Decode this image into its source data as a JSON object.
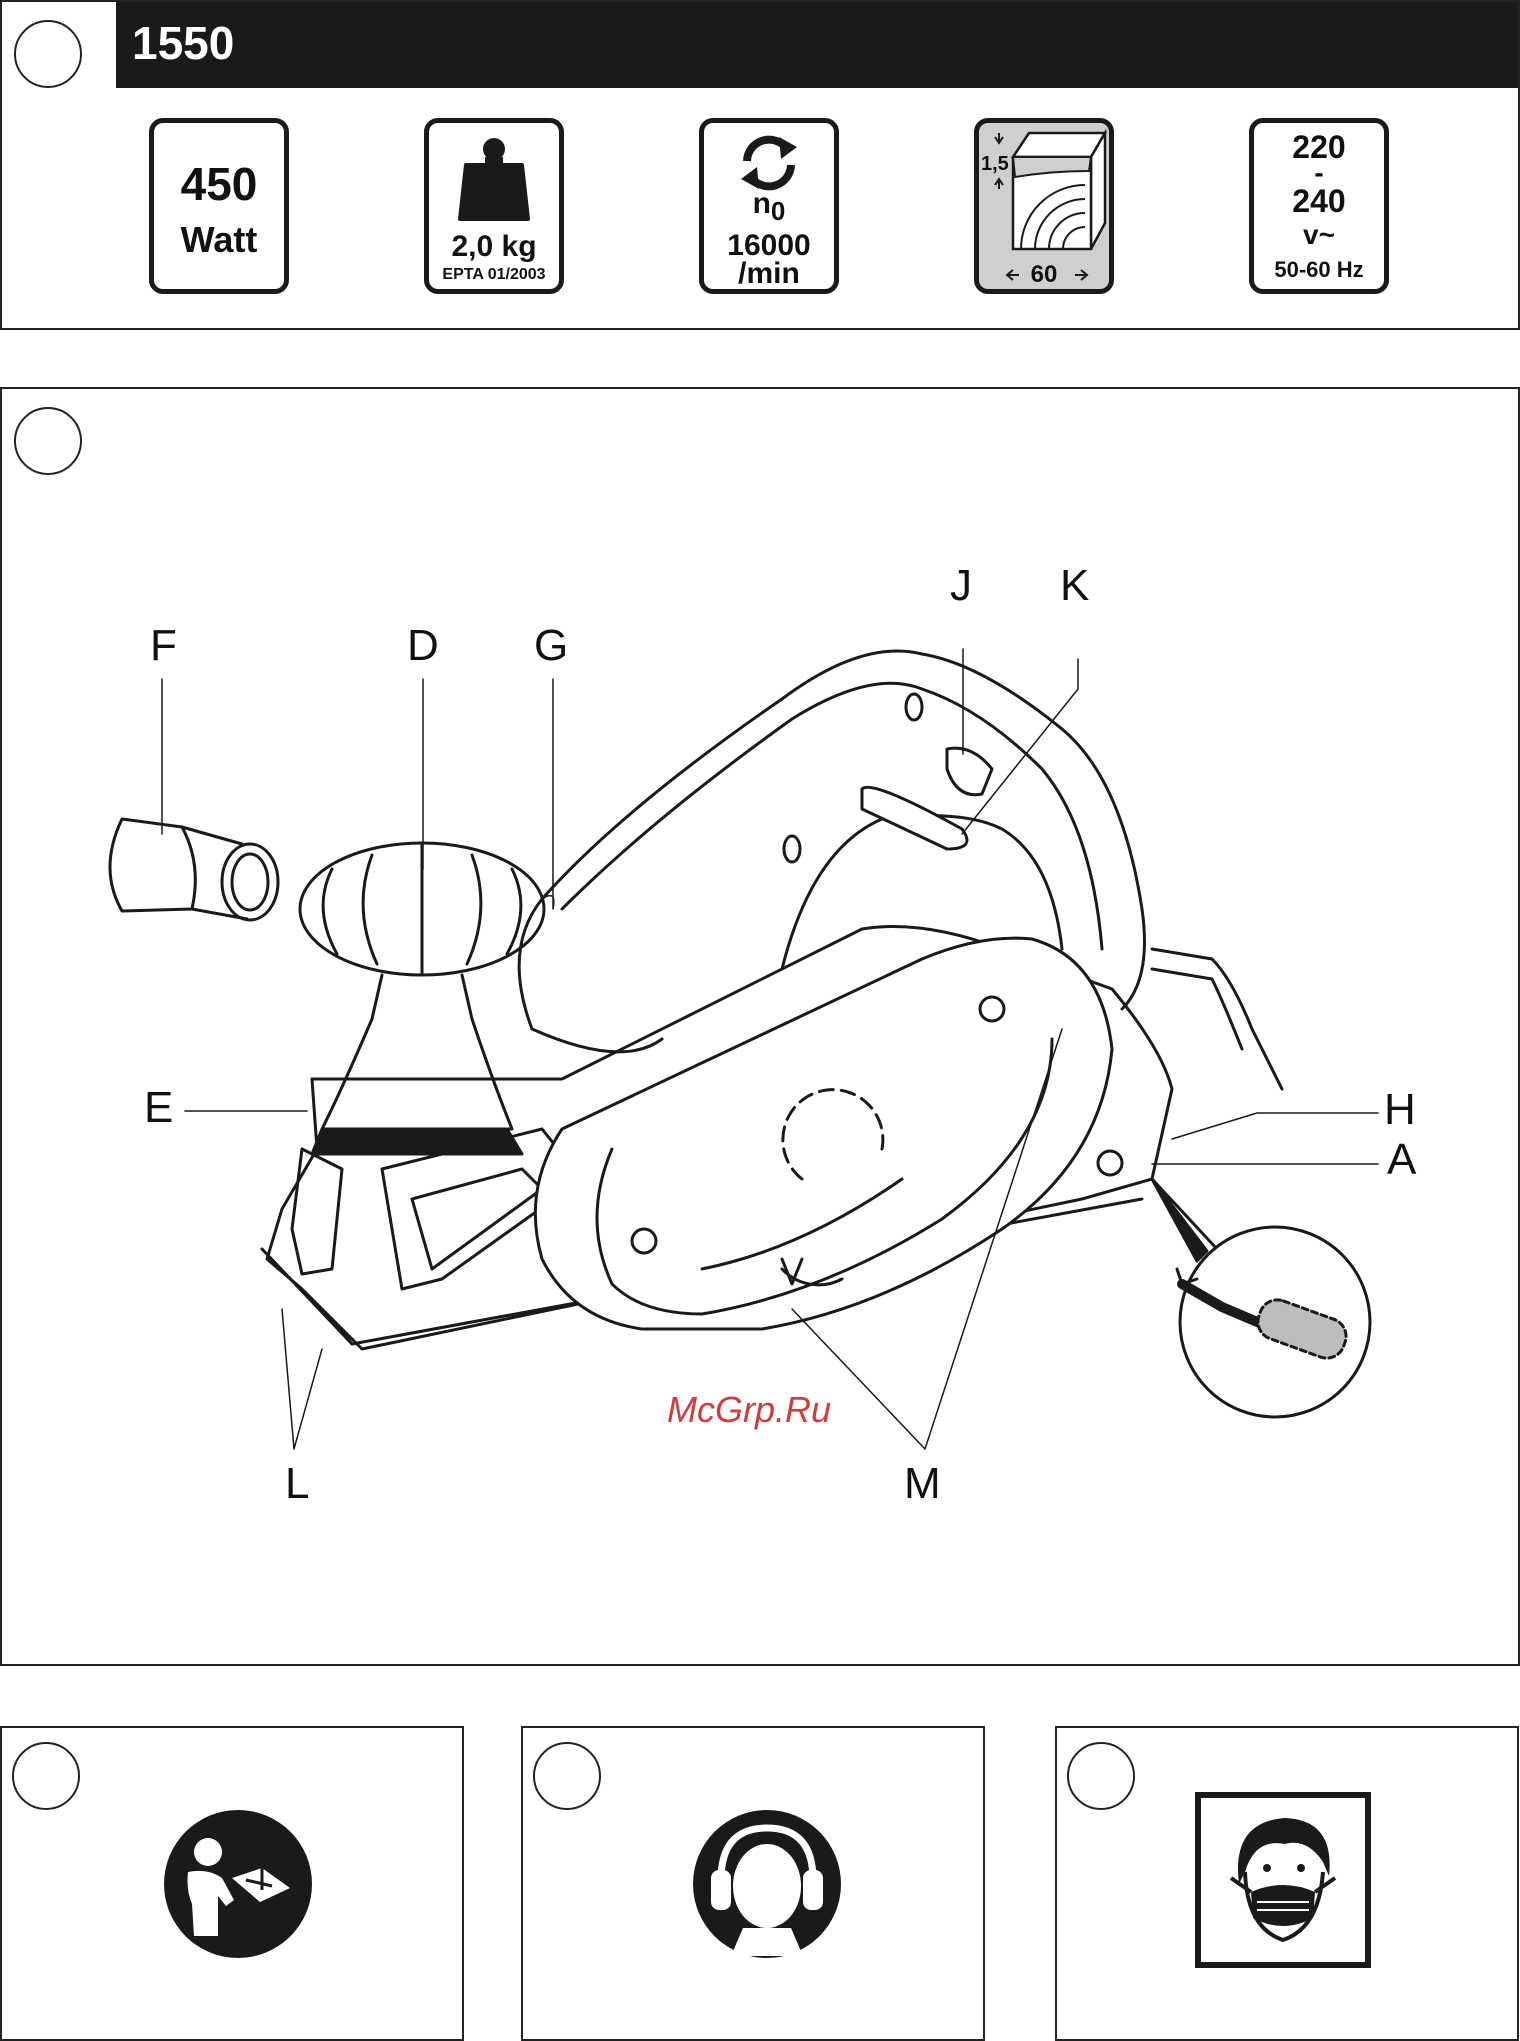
{
  "header": {
    "model": "1550"
  },
  "specs": {
    "power_value": "450",
    "power_unit": "Watt",
    "weight": "2,0 kg",
    "weight_standard": "EPTA 01/2003",
    "speed_symbol": "n",
    "speed_subscript": "0",
    "speed_value": "16000",
    "speed_unit": "/min",
    "depth": "1,5",
    "width": "60",
    "voltage_low": "220",
    "voltage_dash": "-",
    "voltage_high": "240",
    "voltage_unit": "v~",
    "frequency": "50-60 Hz"
  },
  "callouts": {
    "F": "F",
    "D": "D",
    "G": "G",
    "J": "J",
    "K": "K",
    "E": "E",
    "H": "H",
    "A": "A",
    "L": "L",
    "M": "M"
  },
  "watermark": "McGrp.Ru",
  "icons": {
    "read_manual": "read-manual-icon",
    "ear_protection": "ear-protection-icon",
    "dust_mask": "dust-mask-icon"
  }
}
